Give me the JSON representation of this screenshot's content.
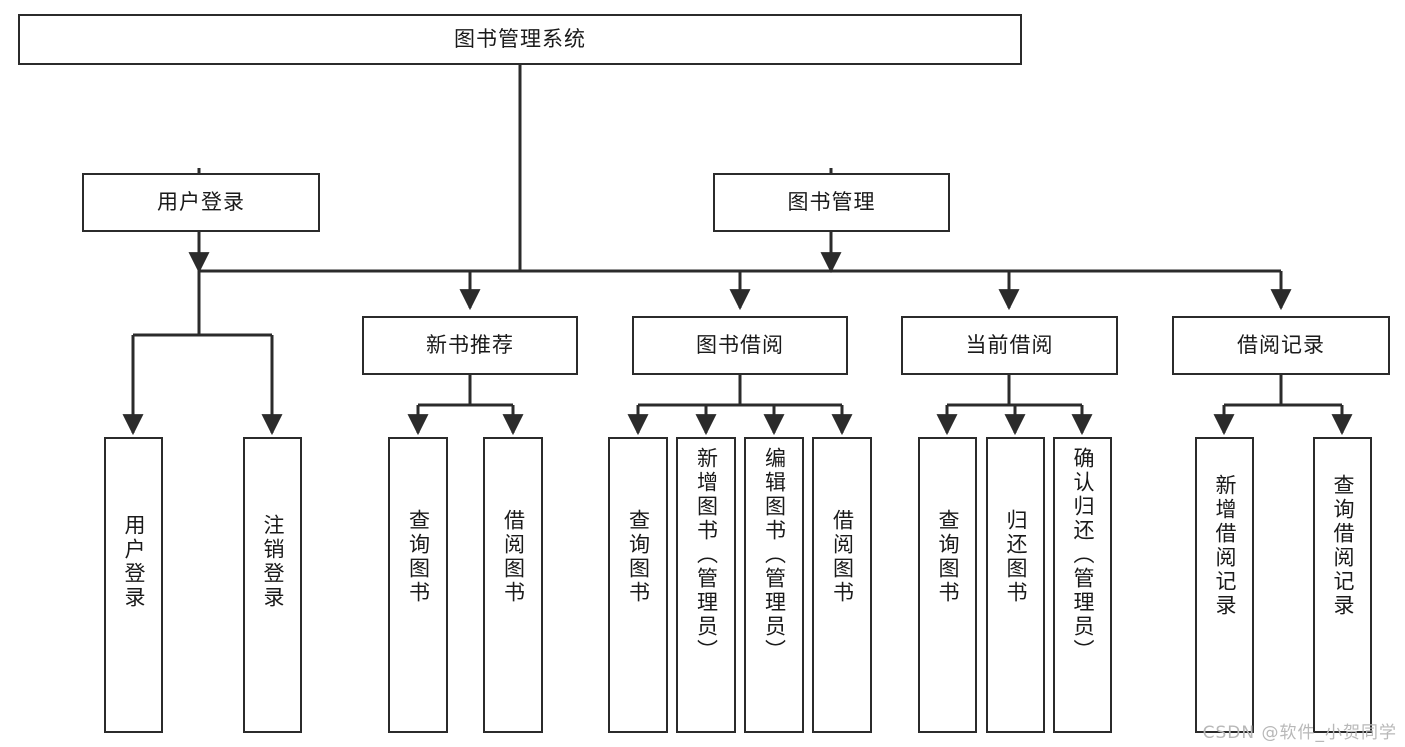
{
  "diagram": {
    "title": "图书管理系统",
    "type": "tree-hierarchy",
    "watermark": "CSDN @软件_小贺同学",
    "colors": {
      "stroke": "#2b2b2b",
      "fill": "#ffffff",
      "text": "#1a1a1a",
      "watermark": "#b8b8b8"
    },
    "nodes": {
      "root": {
        "label": "图书管理系统",
        "level": 1,
        "orientation": "horizontal"
      },
      "user_login": {
        "label": "用户登录",
        "level": 2,
        "orientation": "horizontal"
      },
      "book_mgmt": {
        "label": "图书管理",
        "level": 2,
        "orientation": "horizontal"
      },
      "new_book_rec": {
        "label": "新书推荐",
        "level": 3,
        "orientation": "horizontal"
      },
      "book_borrow": {
        "label": "图书借阅",
        "level": 3,
        "orientation": "horizontal"
      },
      "current_borrow": {
        "label": "当前借阅",
        "level": 3,
        "orientation": "horizontal"
      },
      "borrow_record": {
        "label": "借阅记录",
        "level": 3,
        "orientation": "horizontal"
      },
      "leaf_user_login": {
        "label": "用户登录",
        "level": 3,
        "orientation": "vertical"
      },
      "leaf_logout": {
        "label": "注销登录",
        "level": 3,
        "orientation": "vertical"
      },
      "leaf_rec_query": {
        "label": "查询图书",
        "level": 4,
        "orientation": "vertical"
      },
      "leaf_rec_borrow": {
        "label": "借阅图书",
        "level": 4,
        "orientation": "vertical"
      },
      "leaf_bb_query": {
        "label": "查询图书",
        "level": 4,
        "orientation": "vertical"
      },
      "leaf_bb_add": {
        "label": "新增图书（管理员）",
        "level": 4,
        "orientation": "vertical"
      },
      "leaf_bb_edit": {
        "label": "编辑图书（管理员）",
        "level": 4,
        "orientation": "vertical"
      },
      "leaf_bb_borrow": {
        "label": "借阅图书",
        "level": 4,
        "orientation": "vertical"
      },
      "leaf_cb_query": {
        "label": "查询图书",
        "level": 4,
        "orientation": "vertical"
      },
      "leaf_cb_return": {
        "label": "归还图书",
        "level": 4,
        "orientation": "vertical"
      },
      "leaf_cb_confirm": {
        "label": "确认归还（管理员）",
        "level": 4,
        "orientation": "vertical"
      },
      "leaf_br_add": {
        "label": "新增借阅记录",
        "level": 4,
        "orientation": "vertical"
      },
      "leaf_br_query": {
        "label": "查询借阅记录",
        "level": 4,
        "orientation": "vertical"
      }
    },
    "edges": [
      {
        "from": "root",
        "to": "user_login"
      },
      {
        "from": "root",
        "to": "book_mgmt"
      },
      {
        "from": "user_login",
        "to": "leaf_user_login"
      },
      {
        "from": "user_login",
        "to": "leaf_logout"
      },
      {
        "from": "book_mgmt",
        "to": "new_book_rec"
      },
      {
        "from": "book_mgmt",
        "to": "book_borrow"
      },
      {
        "from": "book_mgmt",
        "to": "current_borrow"
      },
      {
        "from": "book_mgmt",
        "to": "borrow_record"
      },
      {
        "from": "new_book_rec",
        "to": "leaf_rec_query"
      },
      {
        "from": "new_book_rec",
        "to": "leaf_rec_borrow"
      },
      {
        "from": "book_borrow",
        "to": "leaf_bb_query"
      },
      {
        "from": "book_borrow",
        "to": "leaf_bb_add"
      },
      {
        "from": "book_borrow",
        "to": "leaf_bb_edit"
      },
      {
        "from": "book_borrow",
        "to": "leaf_bb_borrow"
      },
      {
        "from": "current_borrow",
        "to": "leaf_cb_query"
      },
      {
        "from": "current_borrow",
        "to": "leaf_cb_return"
      },
      {
        "from": "current_borrow",
        "to": "leaf_cb_confirm"
      },
      {
        "from": "borrow_record",
        "to": "leaf_br_add"
      },
      {
        "from": "borrow_record",
        "to": "leaf_br_query"
      }
    ]
  }
}
